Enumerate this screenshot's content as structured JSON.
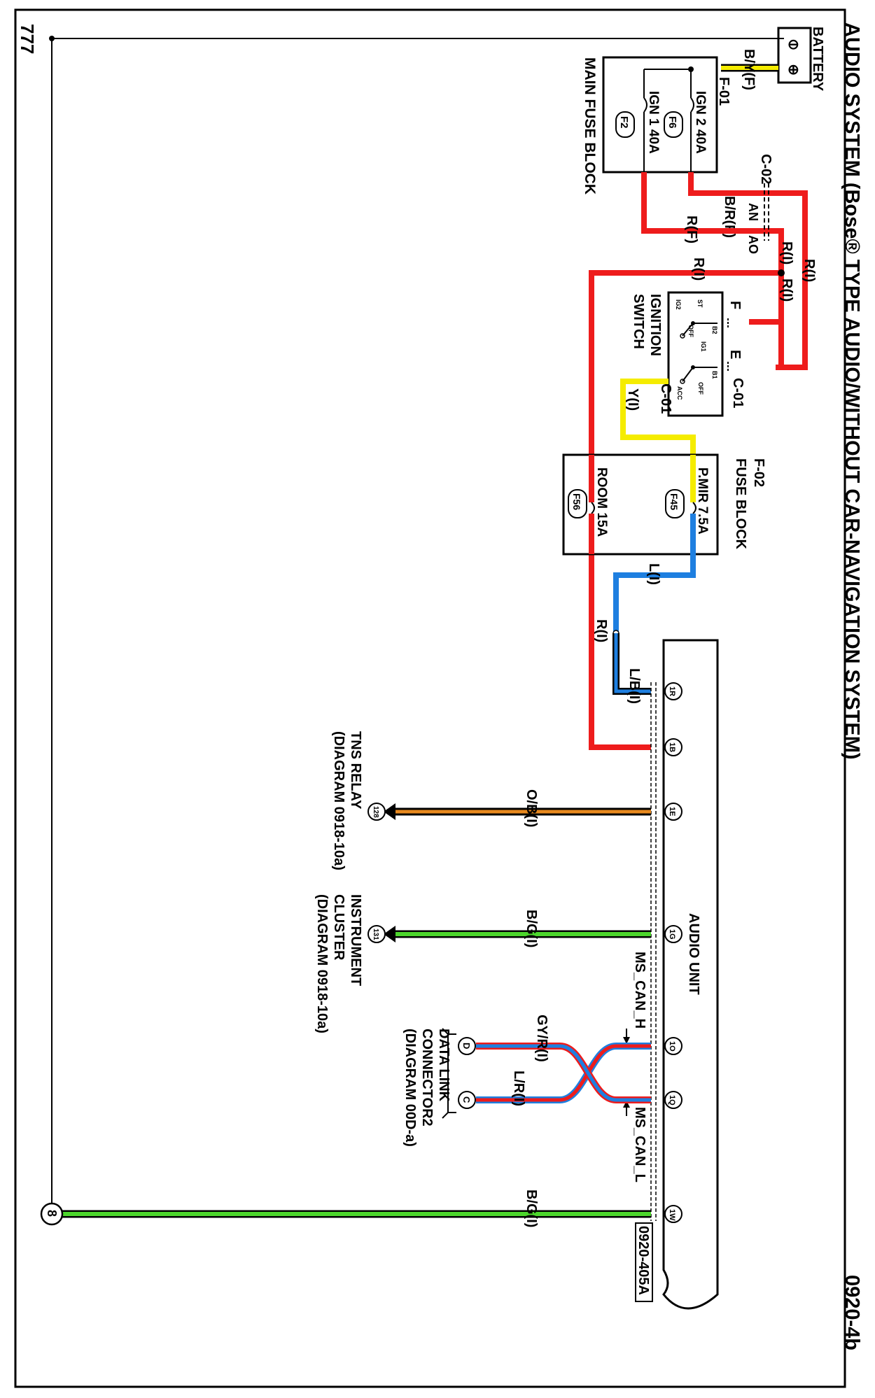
{
  "header": {
    "title": "AUDIO SYSTEM (Bose® TYPE AUDIO/WITHOUT CAR-NAVIGATION SYSTEM)",
    "page_code": "0920-4b",
    "diagram_ref": "0920-405A"
  },
  "battery": {
    "label": "BATTERY",
    "wire": "B/Y(F)",
    "minus": "⊖",
    "plus": "⊕"
  },
  "main_fuse_block": {
    "label": "MAIN FUSE BLOCK",
    "connector": "F-01",
    "fuses": [
      {
        "name": "IGN 2 40A",
        "id": "F6"
      },
      {
        "name": "IGN 1 40A",
        "id": "F2"
      }
    ]
  },
  "wires_top": {
    "c02": "C-02",
    "an": "AN",
    "ao": "AO",
    "br_f": "B/R(F)",
    "r_f": "R(F)",
    "r_i_1": "R(I)",
    "r_i_2": "R(I)",
    "r_i_3": "R(I)",
    "r_i_4": "R(I)"
  },
  "ignition_switch": {
    "label_line1": "IGNITION",
    "label_line2": "SWITCH",
    "term_f": "F",
    "term_e": "E",
    "connector_right": "C-01",
    "connector_left": "C-01",
    "pos_st": "ST",
    "pos_ig2": "IG2",
    "pos_b2": "B2",
    "pos_off1": "OFF",
    "pos_ig1": "IG1",
    "pos_b1": "B1",
    "pos_off2": "OFF",
    "pos_acc": "ACC",
    "wire_y": "Y(I)"
  },
  "fuse_block": {
    "connector": "F-02",
    "label": "FUSE BLOCK",
    "fuses": [
      {
        "name": "P.MIR 7.5A",
        "id": "F45"
      },
      {
        "name": "ROOM 15A",
        "id": "F56"
      }
    ],
    "wire_l": "L(I)",
    "wire_r": "R(I)"
  },
  "audio_unit": {
    "label": "AUDIO UNIT",
    "pins": [
      {
        "id": "1R",
        "wire": "L/B(I)"
      },
      {
        "id": "1B",
        "wire": ""
      },
      {
        "id": "1E",
        "wire": "O/B(I)"
      },
      {
        "id": "1G",
        "wire": "B/G(I)"
      },
      {
        "id": "1O",
        "wire": "GY/R(I)"
      },
      {
        "id": "1Q",
        "wire": "L/R(I)"
      },
      {
        "id": "1W",
        "wire": "B/G(I)"
      }
    ],
    "can_h": "MS_CAN_H",
    "can_l": "MS_CAN_L"
  },
  "destinations": {
    "tns": {
      "ref": "128",
      "line1": "TNS RELAY",
      "line2": "(DIAGRAM 0918-10a)"
    },
    "cluster": {
      "ref": "131",
      "line1": "INSTRUMENT",
      "line2": "CLUSTER",
      "line3": "(DIAGRAM 0918-10a)"
    },
    "dlc": {
      "pin_d": "D",
      "pin_c": "C",
      "line1": "DATA LINK",
      "line2": "CONNECTOR2",
      "line3": "(DIAGRAM 00D-a)"
    }
  },
  "ground": {
    "symbol": "⏚",
    "ref": "8",
    "label": "777"
  },
  "colors": {
    "red": "#ee1c1c",
    "yellow": "#f5ec00",
    "blue": "#1e7fe0",
    "green": "#4cd62c",
    "orange": "#e8891e",
    "black": "#000000"
  }
}
